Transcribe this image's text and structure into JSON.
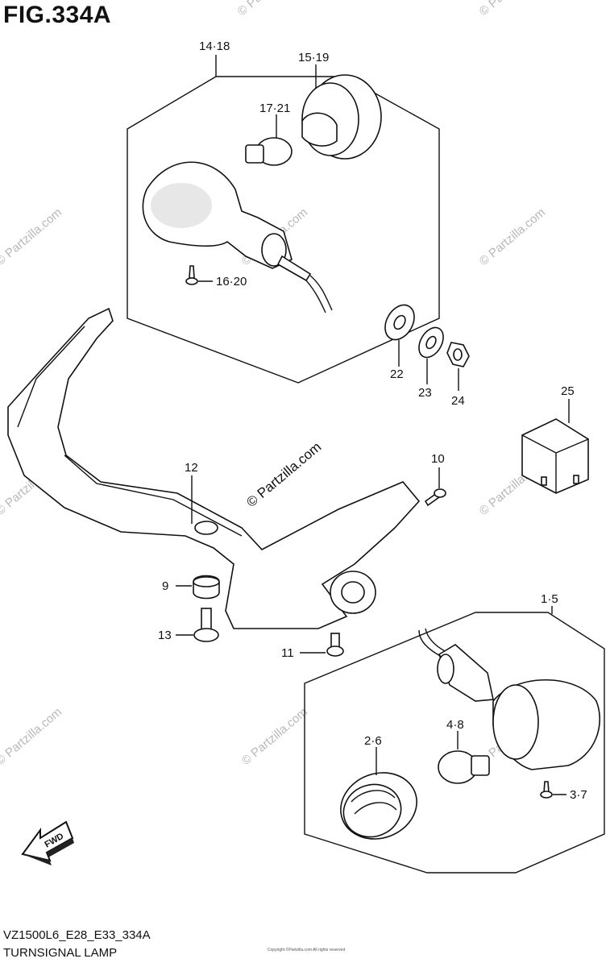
{
  "figure": {
    "title": "FIG.334A"
  },
  "footer": {
    "code": "VZ1500L6_E28_E33_334A",
    "name": "TURNSIGNAL LAMP"
  },
  "fine_print": "Copyright ©Partzilla.com All rights reserved",
  "watermark": "© Partzilla.com",
  "fwd_label": "FWD",
  "callouts": [
    "14·18",
    "15·19",
    "17·21",
    "16·20",
    "22",
    "23",
    "24",
    "25",
    "12",
    "10",
    "9",
    "13",
    "11",
    "1·5",
    "2·6",
    "4·8",
    "3·7"
  ]
}
